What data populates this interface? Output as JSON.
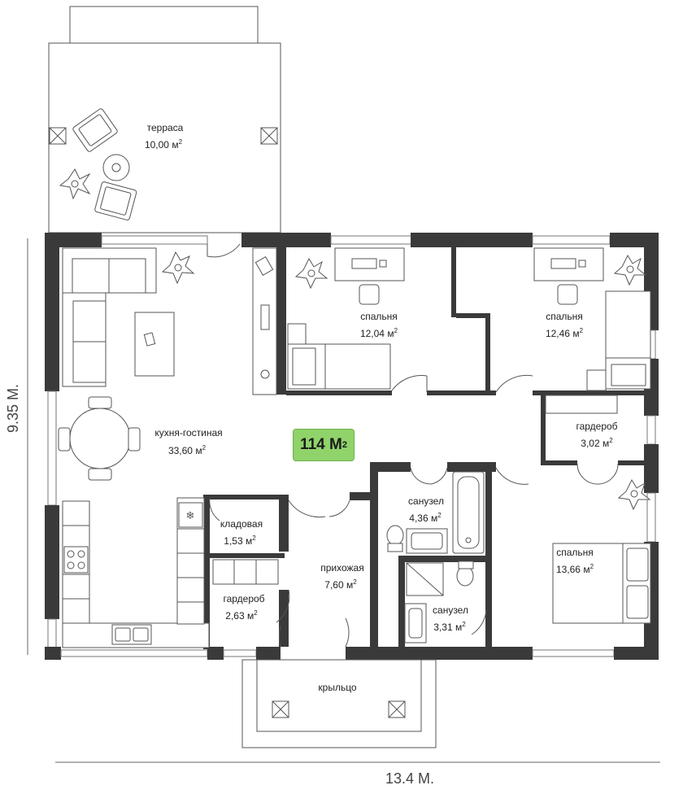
{
  "total_area": {
    "value": "114",
    "unit": "М"
  },
  "dimensions": {
    "height": "9.35 М.",
    "width": "13.4 М."
  },
  "rooms": [
    {
      "id": "terrace",
      "name": "терраса",
      "area": "10,00 м"
    },
    {
      "id": "bedroom1",
      "name": "спальня",
      "area": "12,04 м"
    },
    {
      "id": "bedroom2",
      "name": "спальня",
      "area": "12,46 м"
    },
    {
      "id": "living",
      "name": "кухня-гостиная",
      "area": "33,60 м"
    },
    {
      "id": "wardrobe1",
      "name": "гардероб",
      "area": "3,02 м"
    },
    {
      "id": "bath1",
      "name": "санузел",
      "area": "4,36 м"
    },
    {
      "id": "pantry",
      "name": "кладовая",
      "area": "1,53 м"
    },
    {
      "id": "hall",
      "name": "прихожая",
      "area": "7,60 м"
    },
    {
      "id": "wardrobe2",
      "name": "гардероб",
      "area": "2,63 м"
    },
    {
      "id": "bath2",
      "name": "санузел",
      "area": "3,31 м"
    },
    {
      "id": "bedroom3",
      "name": "спальня",
      "area": "13,66 м"
    },
    {
      "id": "porch",
      "name": "крыльцо",
      "area": ""
    }
  ],
  "colors": {
    "wall": "#3a3a3a",
    "badge": "#8fd36a",
    "line": "#555555"
  }
}
